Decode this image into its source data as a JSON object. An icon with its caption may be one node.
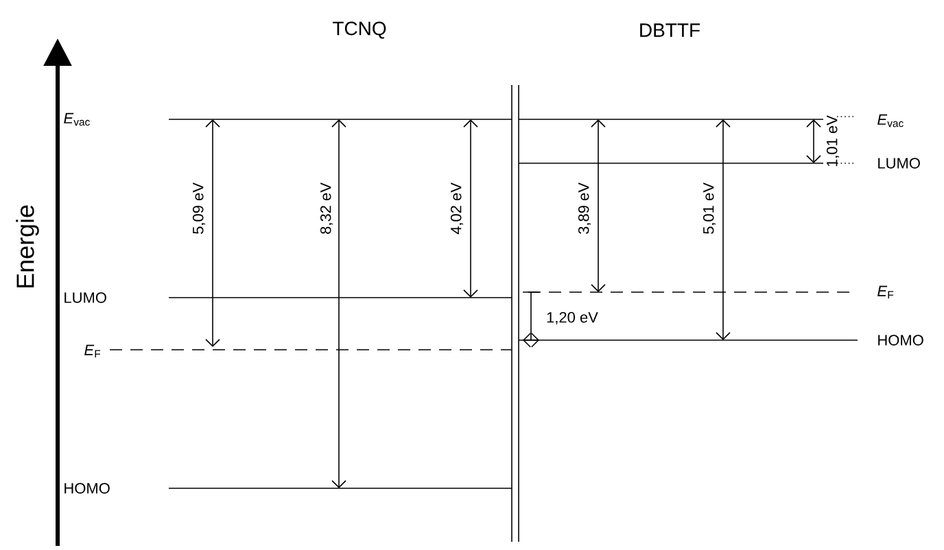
{
  "diagram": {
    "labels": [
      "TCNQ",
      "DBTTF",
      "Energie",
      "*E*$_{vac}$",
      "*E*$_{vac}$",
      "LUMO",
      "5,09 eV",
      "8,32 eV",
      "4,02 eV",
      "3,89 eV",
      "5,01 eV",
      "1,01 eV",
      "LUMO",
      "*E*$_{F}$",
      "1,20 eV",
      "*E*$_{F}$",
      "HOMO",
      "HOMO"
    ]
  }
}
